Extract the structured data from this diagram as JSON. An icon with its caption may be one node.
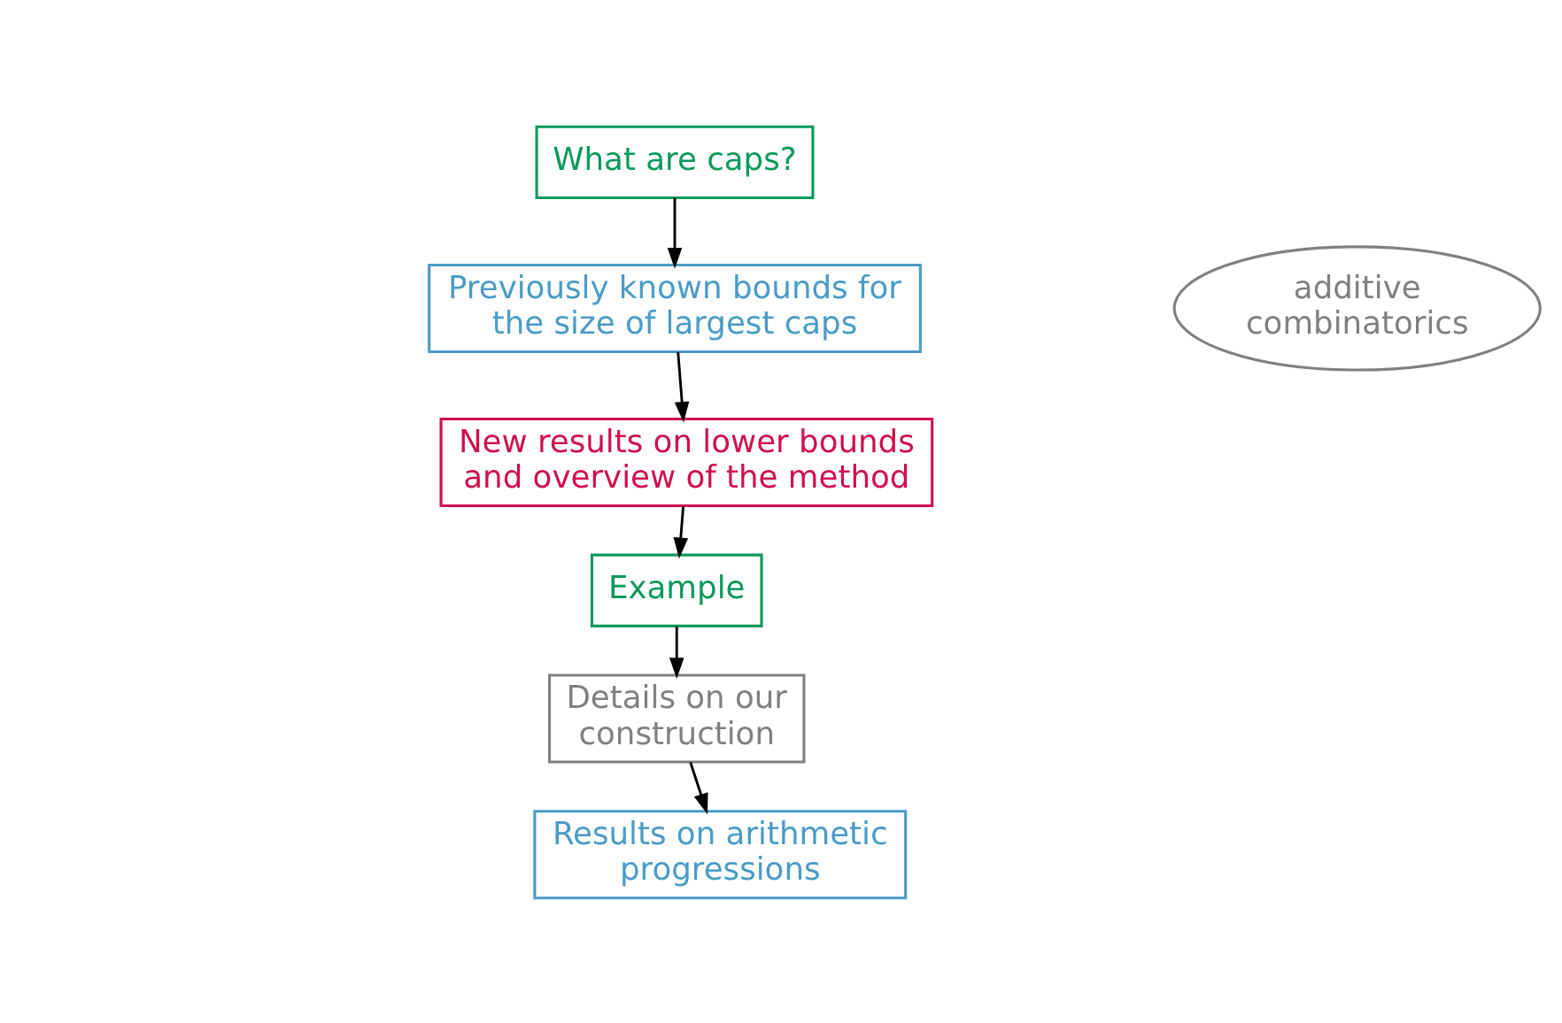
{
  "diagram": {
    "nodes": [
      {
        "text": [
          "What are caps?"
        ]
      },
      {
        "text": [
          "Previously known bounds for the size of largest caps"
        ]
      },
      {
        "text": [
          "New results on lower bounds and overview of the method"
        ]
      },
      {
        "text": [
          "Example"
        ]
      },
      {
        "text": [
          "Details on our construction"
        ]
      },
      {
        "text": [
          "Results on arithmetic progressions"
        ]
      },
      {
        "text": [
          "additive combinatorics"
        ]
      }
    ],
    "edges": [
      {
        "from": 0,
        "to": 1,
        "arrow": "to"
      },
      {
        "from": 1,
        "to": 2,
        "arrow": "to"
      },
      {
        "from": 2,
        "to": 3,
        "arrow": "to"
      },
      {
        "from": 3,
        "to": 4,
        "arrow": "to"
      },
      {
        "from": 4,
        "to": 5,
        "arrow": "to"
      }
    ]
  }
}
